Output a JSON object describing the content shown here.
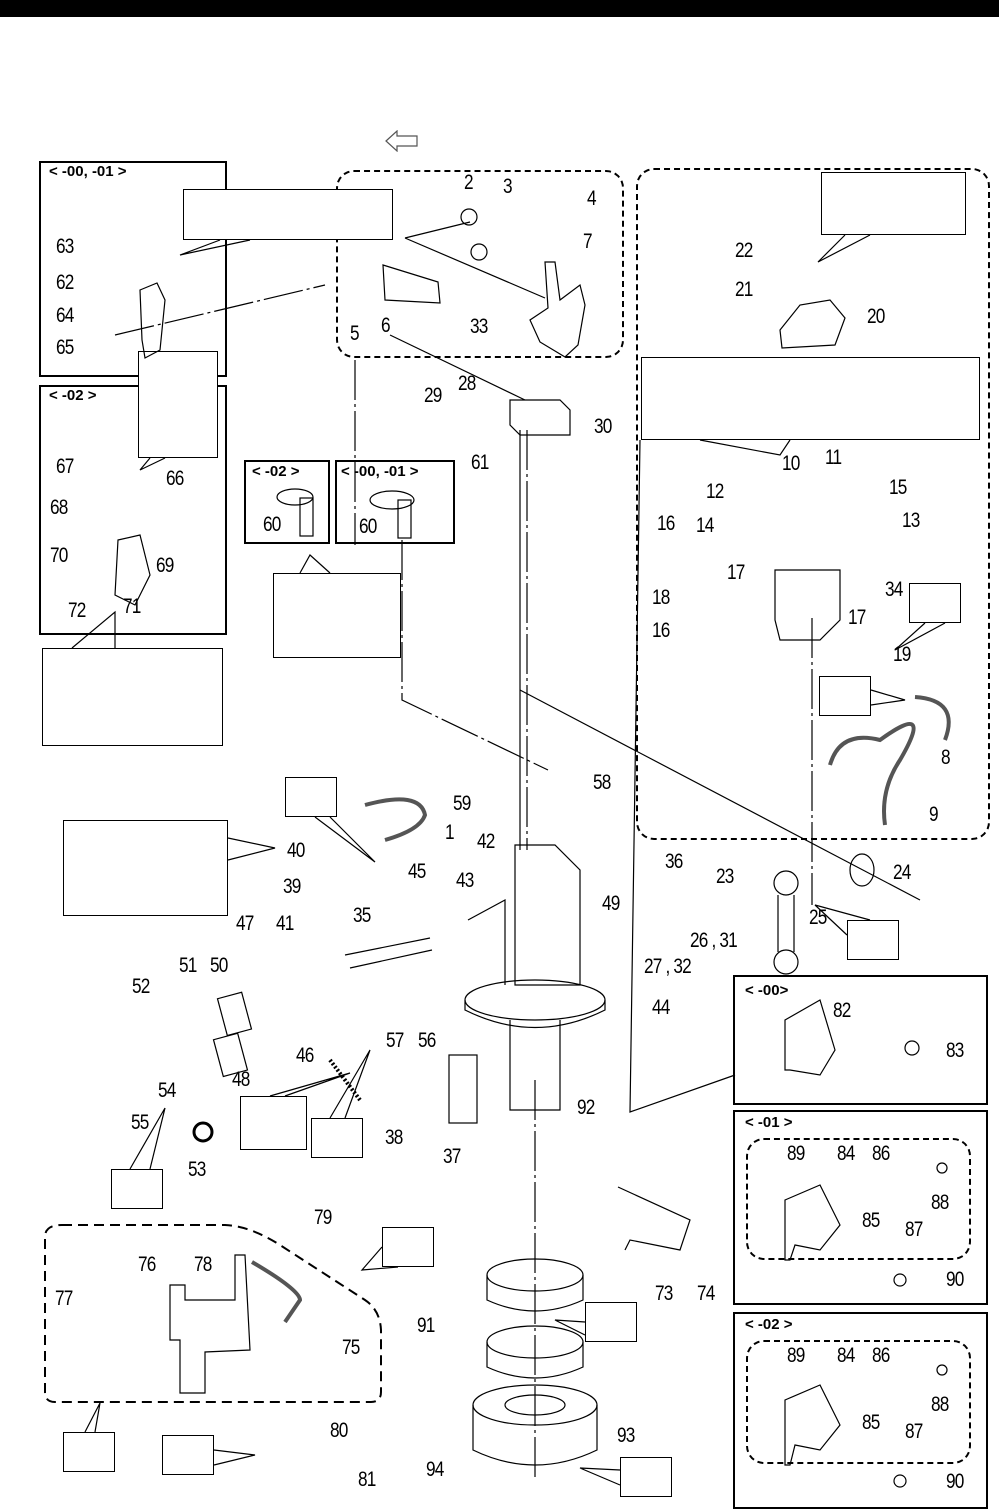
{
  "page": {
    "header_bar": "",
    "direction_icon": "left-arrow-icon"
  },
  "variants": {
    "v00_01": "< -00, -01 >",
    "v02": "< -02 >",
    "v00": "< -00>",
    "v01": "< -01 >"
  },
  "labels": {
    "p1": "1",
    "p2": "2",
    "p3": "3",
    "p4": "4",
    "p5": "5",
    "p6": "6",
    "p7": "7",
    "p8": "8",
    "p9": "9",
    "p10": "10",
    "p11": "11",
    "p12": "12",
    "p13": "13",
    "p14": "14",
    "p15": "15",
    "p16": "16",
    "p17": "17",
    "p18": "18",
    "p19": "19",
    "p20": "20",
    "p21": "21",
    "p22": "22",
    "p23": "23",
    "p24": "24",
    "p25": "25",
    "p26_31": "26 , 31",
    "p27_32": "27 , 32",
    "p28": "28",
    "p29": "29",
    "p30": "30",
    "p33": "33",
    "p34": "34",
    "p35": "35",
    "p36": "36",
    "p37": "37",
    "p38": "38",
    "p39": "39",
    "p40": "40",
    "p41": "41",
    "p42": "42",
    "p43": "43",
    "p44": "44",
    "p45": "45",
    "p46": "46",
    "p47": "47",
    "p48": "48",
    "p49": "49",
    "p50": "50",
    "p51": "51",
    "p52": "52",
    "p53": "53",
    "p54": "54",
    "p55": "55",
    "p56": "56",
    "p57": "57",
    "p58": "58",
    "p59": "59",
    "p60": "60",
    "p61": "61",
    "p62": "62",
    "p63": "63",
    "p64": "64",
    "p65": "65",
    "p66": "66",
    "p67": "67",
    "p68": "68",
    "p69": "69",
    "p70": "70",
    "p71": "71",
    "p72": "72",
    "p73": "73",
    "p74": "74",
    "p75": "75",
    "p76": "76",
    "p77": "77",
    "p78": "78",
    "p79": "79",
    "p80": "80",
    "p81": "81",
    "p82": "82",
    "p83": "83",
    "p84": "84",
    "p85": "85",
    "p86": "86",
    "p87": "87",
    "p88": "88",
    "p89": "89",
    "p90": "90",
    "p91": "91",
    "p92": "92",
    "p93": "93",
    "p94": "94"
  },
  "callouts": {
    "note_top_center": "",
    "note_top_right": "",
    "note_right_wide": "",
    "note_v02_narrow": "",
    "note_left_mid": "",
    "note_60_v02": "",
    "note_left_40": "",
    "note_1": "",
    "note_19": "",
    "note_8": "",
    "note_25": "",
    "note_46": "",
    "note_56": "",
    "note_54": "",
    "note_79": "",
    "note_91": "",
    "note_93": "",
    "note_assembly": "",
    "note_80": ""
  }
}
